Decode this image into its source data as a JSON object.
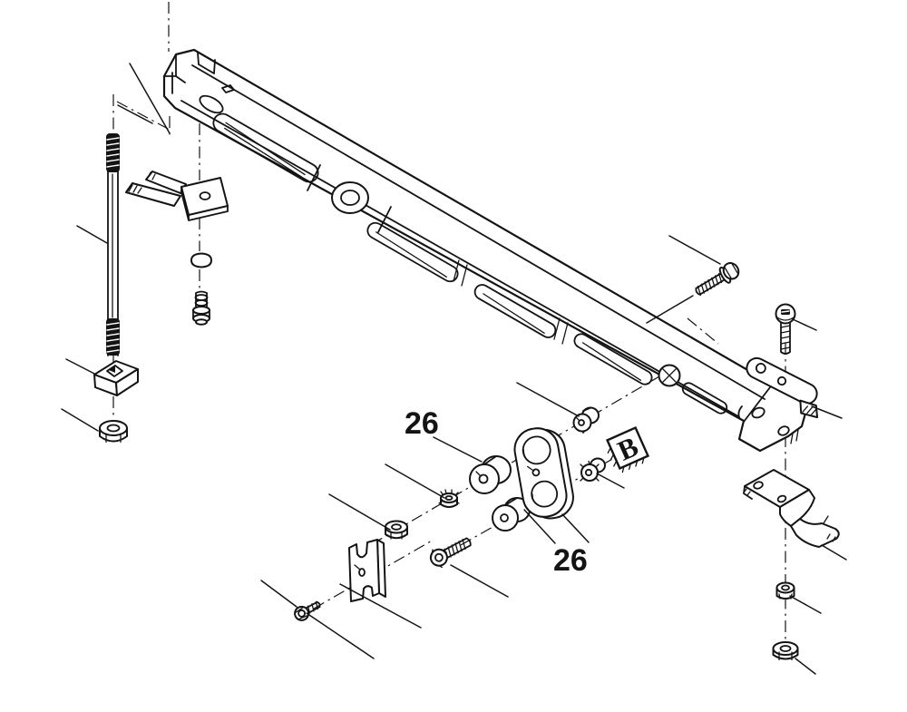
{
  "diagram": {
    "type": "exploded-parts-line-drawing",
    "background_color": "#ffffff",
    "line_color": "#141414",
    "callouts": {
      "upper_bushing_label": "26",
      "lower_bushing_label": "26",
      "section_flag_label": "B"
    },
    "parts": [
      "main-arm-beam",
      "threaded-rod",
      "wedge-clip",
      "rod-hex-nut",
      "retainer-clip-bracket",
      "slotted-washer-nut",
      "shoulder-bolt",
      "plate-bracket",
      "small-hex-bolt",
      "flange-head-bolt",
      "hex-nut",
      "serrated-nut",
      "upper-bushing",
      "lower-bushing",
      "link-plate",
      "spacer-nut",
      "flange-lock-nut",
      "hex-bolt",
      "button-head-screw",
      "anchor-bracket",
      "hook-bracket",
      "flange-nut",
      "lower-hex-nut"
    ]
  }
}
